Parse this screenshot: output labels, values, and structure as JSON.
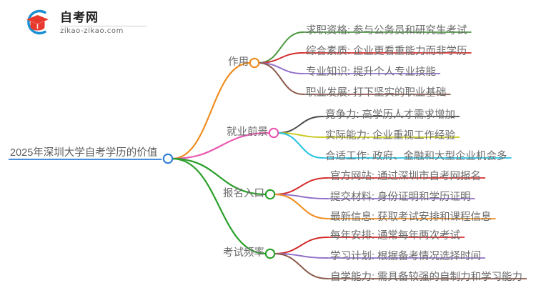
{
  "logo": {
    "name": "自考网",
    "domain": "zikao-zikao.com",
    "mark_icon": "graduation-cap-icon",
    "ring_color": "#1a8fd1",
    "cap_color": "#e8392e"
  },
  "mindmap": {
    "root": {
      "label": "2025年深圳大学自考学历的价值",
      "node_color": "#2f7ed8",
      "underline_color": "#2f7ed8"
    },
    "branches": [
      {
        "label": "作用",
        "node_color": "#f08c1e",
        "line_color": "#f08c1e",
        "children": [
          {
            "label": "求职资格: 参与公务员和研究生考试",
            "color": "#4e9a42"
          },
          {
            "label": "综合素质: 企业更看重能力而非学历",
            "color": "#d42c2c"
          },
          {
            "label": "专业知识: 提升个人专业技能",
            "color": "#9070c8"
          },
          {
            "label": "职业发展: 打下坚实的职业基础",
            "color": "#8b5a4a"
          }
        ]
      },
      {
        "label": "就业前景",
        "node_color": "#e956b0",
        "line_color": "#e956b0",
        "children": [
          {
            "label": "竞争力: 高学历人才需求增加",
            "color": "#4a4a4a"
          },
          {
            "label": "实际能力: 企业重视工作经验",
            "color": "#c8c81e"
          },
          {
            "label": "合适工作: 政府、金融和大型企业机会多",
            "color": "#21c0e0"
          }
        ]
      },
      {
        "label": "报名入口",
        "node_color": "#2aa02a",
        "line_color": "#2aa02a",
        "children": [
          {
            "label": "官方网站: 通过深圳市自考网报名",
            "color": "#d42c2c"
          },
          {
            "label": "提交材料: 身份证明和学历证明",
            "color": "#9070c8"
          },
          {
            "label": "最新信息: 获取考试安排和课程信息",
            "color": "#f08c1e"
          }
        ]
      },
      {
        "label": "考试频率",
        "node_color": "#2aa02a",
        "line_color": "#2aa02a",
        "children": [
          {
            "label": "每年安排: 通常每年两次考试",
            "color": "#d42c2c"
          },
          {
            "label": "学习计划: 根据备考情况选择时间",
            "color": "#9070c8"
          },
          {
            "label": "自学能力: 需具备较强的自制力和学习能力",
            "color": "#8b5a4a"
          }
        ]
      }
    ]
  }
}
